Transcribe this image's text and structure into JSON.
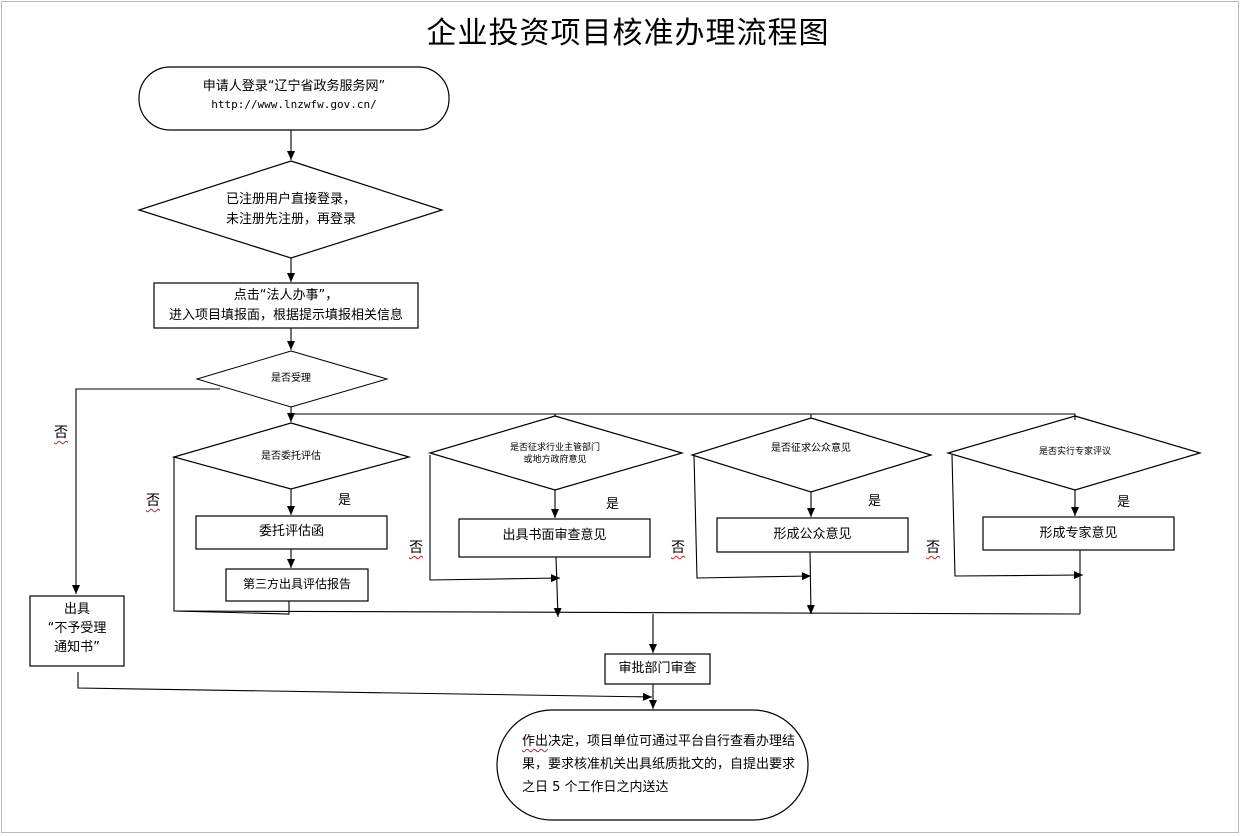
{
  "title": "企业投资项目核准办理流程图",
  "nodes": {
    "login": {
      "line1": "申请人登录“辽宁省政务服务网”",
      "line2": "http://www.lnzwfw.gov.cn/"
    },
    "register": {
      "line1": "已注册用户直接登录，",
      "line2": "未注册先注册，再登录"
    },
    "fill": {
      "line1": "点击“法人办事”，",
      "line2": "进入项目填报面，根据提示填报相关信息"
    },
    "accept": "是否受理",
    "reject": {
      "line1": "出具",
      "line2": "“不予受理",
      "line3": "通知书”"
    },
    "d1": "是否委托评估",
    "d1_box1": "委托评估函",
    "d1_box2": "第三方出具评估报告",
    "d2": {
      "line1": "是否征求行业主管部门",
      "line2": "或地方政府意见"
    },
    "d2_box": "出具书面审查意见",
    "d3": "是否征求公众意见",
    "d3_box": "形成公众意见",
    "d4": "是否实行专家评议",
    "d4_box": "形成专家意见",
    "review": "审批部门审查",
    "final": {
      "prefix": "作出",
      "text": "决定，项目单位可通过平台自行查看办理结果，要求核准机关出具纸质批文的，自提出要求之日 5 个工作日之内送达"
    }
  },
  "labels": {
    "yes": "是",
    "no": "否"
  }
}
